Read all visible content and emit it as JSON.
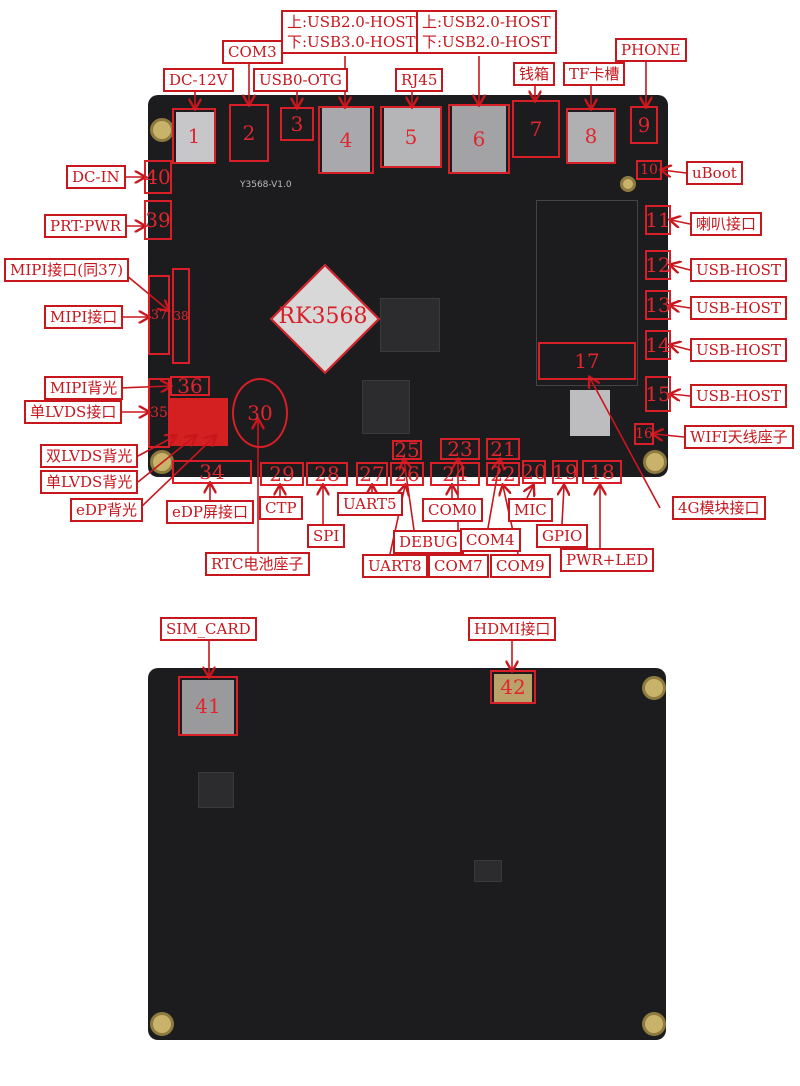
{
  "top_labels": {
    "dc12v": "DC-12V",
    "com3": "COM3",
    "usb0otg": "USB0-OTG",
    "usb4_l1": "上:USB2.0-HOST",
    "usb4_l2": "下:USB3.0-HOST",
    "rj45": "RJ45",
    "usb6_l1": "上:USB2.0-HOST",
    "usb6_l2": "下:USB2.0-HOST",
    "cashbox": "钱箱",
    "tf": "TF卡槽",
    "phone": "PHONE",
    "uboot": "uBoot"
  },
  "left_labels": {
    "dcin": "DC-IN",
    "prtpwr": "PRT-PWR",
    "mipi37": "MIPI接口(同37)",
    "mipi": "MIPI接口",
    "mipibl": "MIPI背光",
    "slvds": "单LVDS接口",
    "dlvdsbl": "双LVDS背光",
    "slvdsbl": "单LVDS背光",
    "edpbl": "eDP背光"
  },
  "right_labels": {
    "speaker": "喇叭接口",
    "usbhost12": "USB-HOST",
    "usbhost13": "USB-HOST",
    "usbhost14": "USB-HOST",
    "usbhost15": "USB-HOST",
    "wifi": "WIFI天线座子",
    "m4g": "4G模块接口"
  },
  "bottom_labels": {
    "edp": "eDP屏接口",
    "ctp": "CTP",
    "spi": "SPI",
    "uart5": "UART5",
    "rtc": "RTC电池座子",
    "debug": "DEBUG",
    "uart8": "UART8",
    "com0": "COM0",
    "com4": "COM4",
    "com7": "COM7",
    "com9": "COM9",
    "mic": "MIC",
    "gpio": "GPIO",
    "pwrled": "PWR+LED"
  },
  "back_labels": {
    "sim": "SIM_CARD",
    "hdmi": "HDMI接口"
  },
  "chip": "RK3568",
  "board_silk": "Y3568-V1.0",
  "markers": {
    "m1": "1",
    "m2": "2",
    "m3": "3",
    "m4": "4",
    "m5": "5",
    "m6": "6",
    "m7": "7",
    "m8": "8",
    "m9": "9",
    "m10": "10",
    "m11": "11",
    "m12": "12",
    "m13": "13",
    "m14": "14",
    "m15": "15",
    "m16": "16",
    "m17": "17",
    "m18": "18",
    "m19": "19",
    "m20": "20",
    "m21": "21",
    "m22": "22",
    "m23": "23",
    "m24": "24",
    "m25": "25",
    "m26": "26",
    "m27": "27",
    "m28": "28",
    "m29": "29",
    "m30": "30",
    "m34": "34",
    "m35": "35",
    "m36": "36",
    "m37": "37",
    "m38": "38",
    "m39": "39",
    "m40": "40",
    "m41": "41",
    "m42": "42"
  },
  "colors": {
    "accent": "#c8161d",
    "board": "#1c1c1e"
  }
}
